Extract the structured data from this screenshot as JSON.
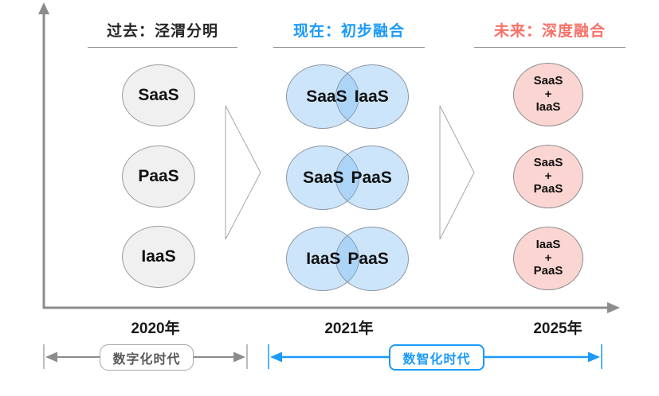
{
  "headers": {
    "past": {
      "label": "过去：泾渭分明",
      "color": "#262626"
    },
    "present": {
      "label": "现在：初步融合",
      "color": "#1B9AFA"
    },
    "future": {
      "label": "未来：深度融合",
      "color": "#F87168"
    }
  },
  "past": {
    "items": [
      "SaaS",
      "PaaS",
      "IaaS"
    ]
  },
  "present": {
    "pairs": [
      {
        "left": "SaaS",
        "right": "IaaS"
      },
      {
        "left": "SaaS",
        "right": "PaaS"
      },
      {
        "left": "IaaS",
        "right": "PaaS"
      }
    ]
  },
  "future": {
    "combos": [
      {
        "top": "SaaS",
        "plus": "+",
        "bottom": "IaaS"
      },
      {
        "top": "SaaS",
        "plus": "+",
        "bottom": "PaaS"
      },
      {
        "top": "IaaS",
        "plus": "+",
        "bottom": "PaaS"
      }
    ]
  },
  "timeline": {
    "years": [
      "2020年",
      "2021年",
      "2025年"
    ]
  },
  "eras": [
    {
      "label": "数字化时代",
      "color": "#808080"
    },
    {
      "label": "数智化时代",
      "color": "#1B9AFA"
    }
  ],
  "colors": {
    "axis": "#8C8C8C",
    "past_circle_fill": "#F0F0F0",
    "present_circle_fill": "#CDE5FA",
    "present_overlap": "#ADD4F7",
    "future_circle_fill": "#FAD5D2",
    "triangle_outline": "#A6A6A6"
  }
}
